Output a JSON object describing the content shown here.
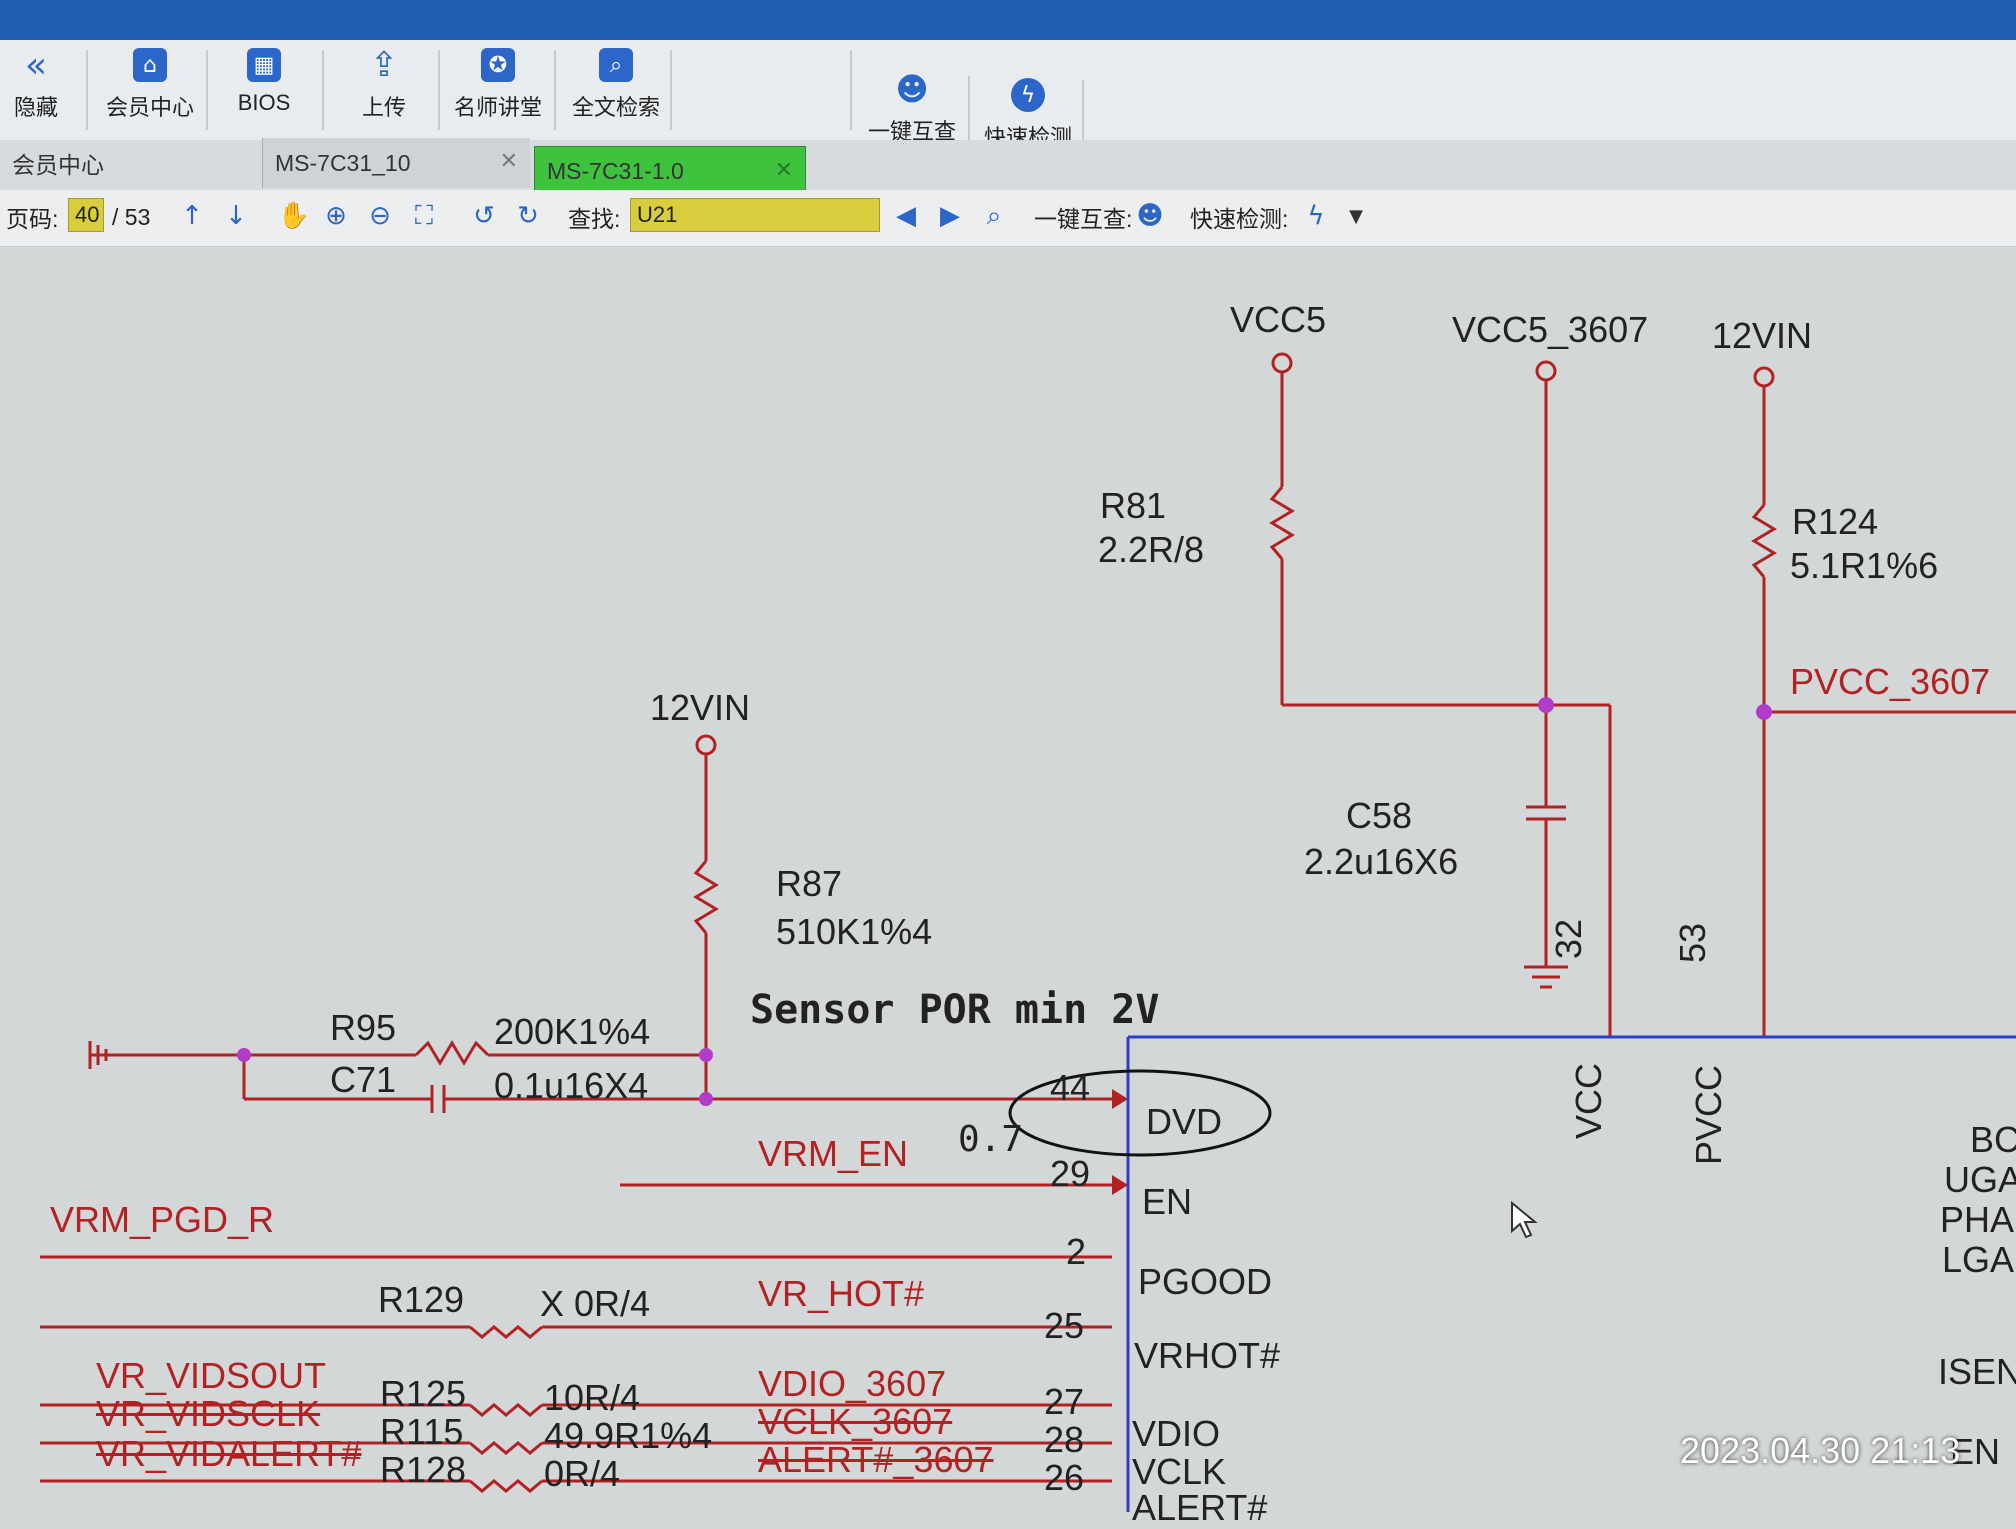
{
  "toolbar": {
    "items": [
      {
        "label": "隐藏",
        "icon": "double-chevron-left-icon"
      },
      {
        "label": "会员中心",
        "icon": "home-icon"
      },
      {
        "label": "BIOS",
        "icon": "chip-icon"
      },
      {
        "label": "上传",
        "icon": "upload-icon"
      },
      {
        "label": "名师讲堂",
        "icon": "lecture-icon"
      },
      {
        "label": "全文检索",
        "icon": "search-icon"
      },
      {
        "label": "一键互查",
        "icon": "user-icon"
      },
      {
        "label": "快速检测",
        "icon": "lightning-icon"
      }
    ]
  },
  "tabs": [
    {
      "label": "会员中心"
    },
    {
      "label": "MS-7C31_10"
    },
    {
      "label": "MS-7C31-1.0"
    }
  ],
  "nav": {
    "page_label": "页码:",
    "page_current": "40",
    "page_total": "/ 53",
    "find_label": "查找:",
    "find_value": "U21",
    "cross_check_label": "一键互查:",
    "quick_check_label": "快速检测:"
  },
  "schematic": {
    "rails": [
      "VCC5",
      "VCC5_3607",
      "12VIN",
      "12VIN"
    ],
    "r81": [
      "R81",
      "2.2R/8"
    ],
    "r124": [
      "R124",
      "5.1R1%6"
    ],
    "pvcc_net": "PVCC_3607",
    "c58": [
      "C58",
      "2.2u16X6"
    ],
    "r87": [
      "R87",
      "510K1%4"
    ],
    "annotation": "Sensor POR min 2V",
    "r95": [
      "R95",
      "200K1%4"
    ],
    "c71": [
      "C71",
      "0.1u16X4"
    ],
    "handwritten": "0.7",
    "vrm_en": "VRM_EN",
    "vrm_pgd": "VRM_PGD_R",
    "r129": [
      "R129",
      "X 0R/4"
    ],
    "vr_hot": "VR_HOT#",
    "left_nets": [
      "VR_VIDSOUT",
      "VR_VIDSCLK",
      "VR_VIDALERT#"
    ],
    "res_row": [
      [
        "R125",
        "10R/4"
      ],
      [
        "R115",
        "49.9R1%4"
      ],
      [
        "R128",
        "0R/4"
      ]
    ],
    "right_nets": [
      "VDIO_3607",
      "VCLK_3607",
      "ALERT#_3607"
    ],
    "pin_numbers": [
      "44",
      "29",
      "2",
      "25",
      "27",
      "28",
      "26",
      "32",
      "53"
    ],
    "pin_names": [
      "DVD",
      "EN",
      "PGOOD",
      "VRHOT#",
      "VDIO",
      "VCLK",
      "ALERT#",
      "VCC",
      "PVCC"
    ],
    "right_edge": [
      "BC",
      "UGA",
      "PHA",
      "LGA",
      "ISEN",
      "EN"
    ]
  },
  "timestamp": "2023.04.30 21:13",
  "colors": {
    "wire": "#b32222",
    "ic_border": "#2a3ec8",
    "node": "#b03cc8",
    "accent": "#2b66c8"
  }
}
